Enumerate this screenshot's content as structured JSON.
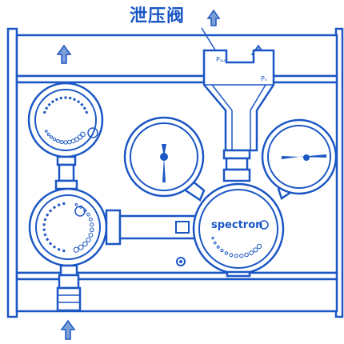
{
  "labels": {
    "relief_valve": "泄压阀",
    "brand": "spectron",
    "port_out": "Pₒᵤₜ",
    "port_s": "Pₛ"
  },
  "colors": {
    "line": "#1a56c4",
    "fill": "#ffffff",
    "arrow_fill": "#7d9fd6",
    "arrow_stroke": "#1a56c4"
  },
  "icons": [
    "up-arrow-icon",
    "pressure-gauge-icon",
    "regulator-knob-icon",
    "fitting-icon"
  ]
}
